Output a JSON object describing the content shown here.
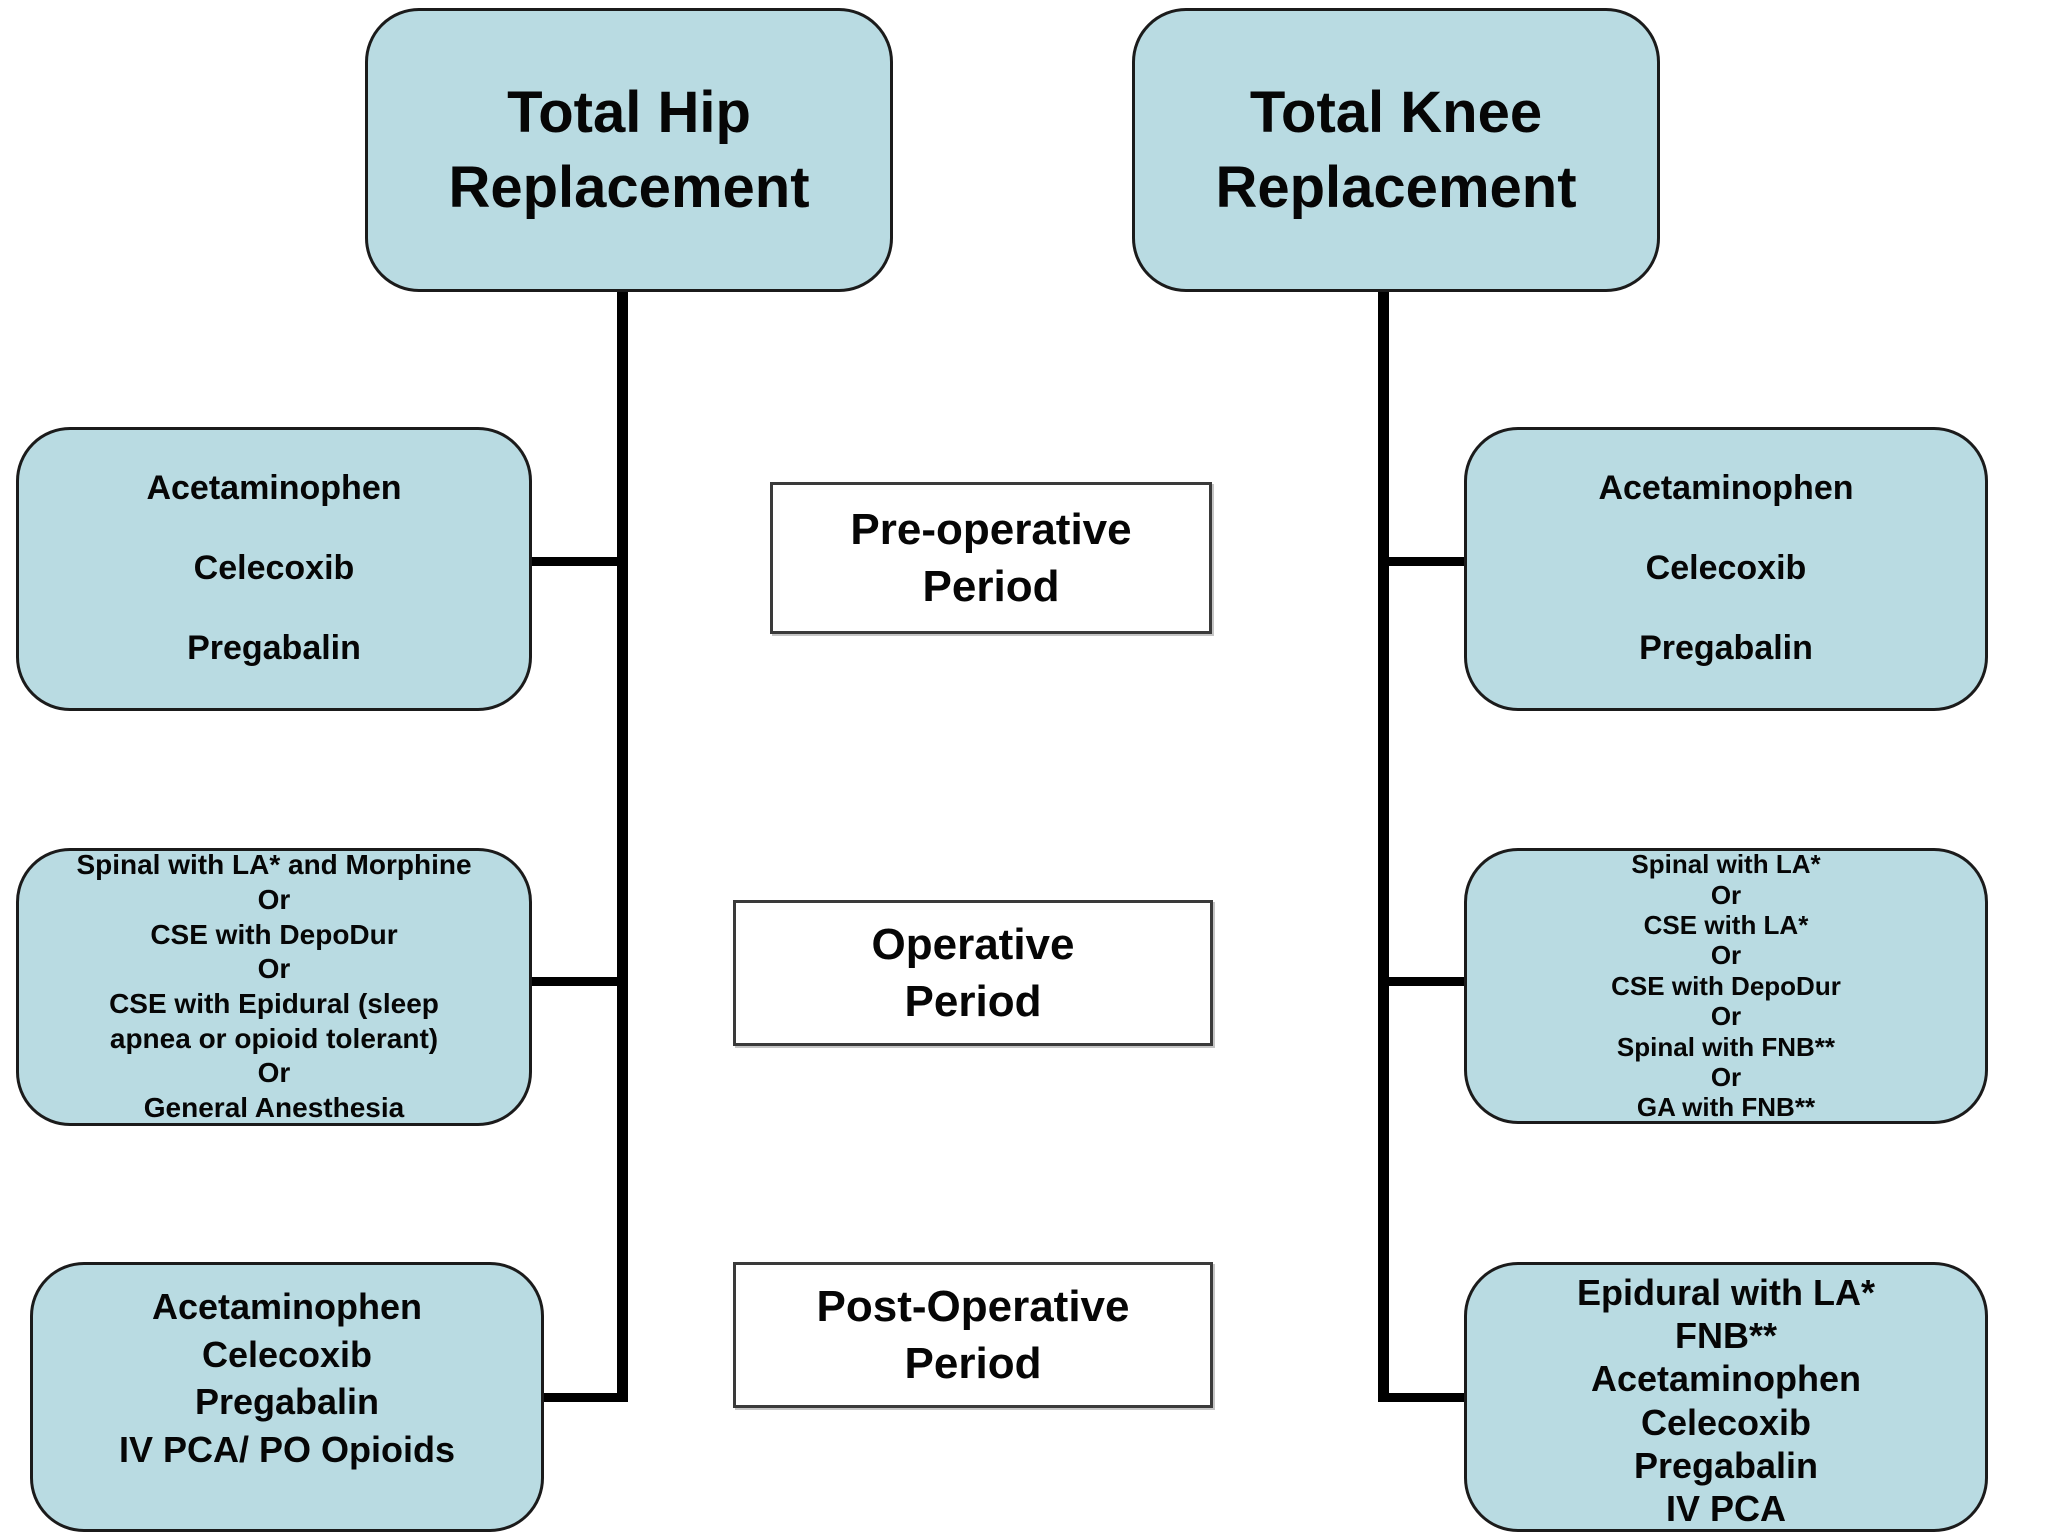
{
  "colors": {
    "node_fill": "#b9dbe2",
    "node_border": "#1b1b1b",
    "line": "#000000",
    "period_fill": "#ffffff",
    "period_border": "#3a3a3a",
    "text": "#060606"
  },
  "hip": {
    "title": "Total Hip\nReplacement",
    "preop_meds": "Acetaminophen\nCelecoxib\nPregabalin",
    "operative_anesthesia": "Spinal with LA* and Morphine\nOr\nCSE with DepoDur\nOr\nCSE with Epidural (sleep\napnea or opioid tolerant)\nOr\nGeneral Anesthesia",
    "postop_meds": "Acetaminophen\nCelecoxib\nPregabalin\nIV PCA/ PO Opioids"
  },
  "knee": {
    "title": "Total Knee\nReplacement",
    "preop_meds": "Acetaminophen\nCelecoxib\nPregabalin",
    "operative_anesthesia": "Spinal with LA*\nOr\nCSE with LA*\nOr\nCSE with DepoDur\nOr\nSpinal with FNB**\nOr\nGA with FNB**",
    "postop_meds": "Epidural with LA*\nFNB**\nAcetaminophen\nCelecoxib\nPregabalin\nIV PCA"
  },
  "periods": {
    "preop": "Pre-operative\nPeriod",
    "operative": "Operative\nPeriod",
    "postop": "Post-Operative\nPeriod"
  }
}
